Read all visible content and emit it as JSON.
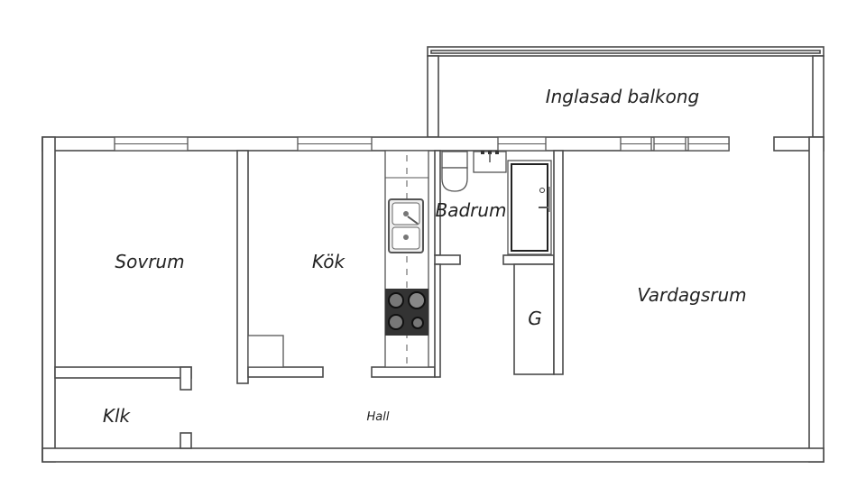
{
  "rooms": {
    "balcony": "Inglasad balkong",
    "bedroom": "Sovrum",
    "kitchen": "Kök",
    "bathroom": "Badrum",
    "storage": "G",
    "living_room": "Vardagsrum",
    "closet": "Klk",
    "hall": "Hall"
  }
}
